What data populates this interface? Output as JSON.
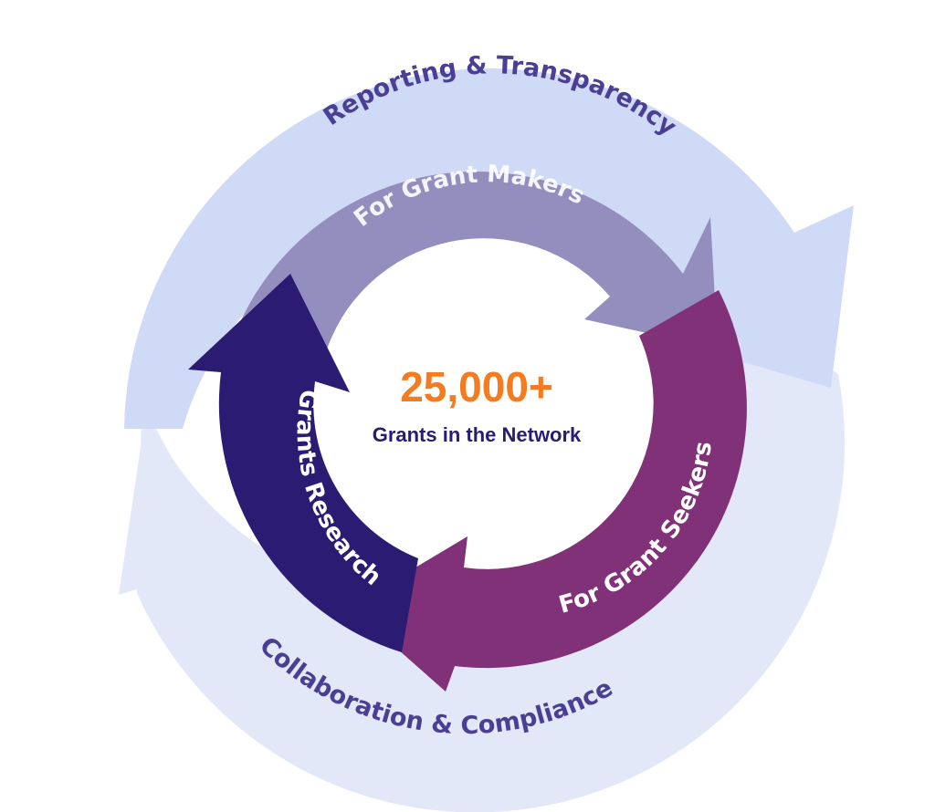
{
  "center": {
    "stat": "25,000+",
    "caption": "Grants in the Network"
  },
  "outer_ring": {
    "top_label": "Reporting & Transparency",
    "bottom_label": "Collaboration & Compliance"
  },
  "inner_ring": {
    "makers_label": "For Grant Makers",
    "seekers_label": "For Grant Seekers",
    "research_label": "Grants Research"
  },
  "colors": {
    "outer_top": "#cfdaf7",
    "outer_bottom": "#e3e8f9",
    "makers": "#948ebf",
    "seekers": "#813178",
    "research": "#2b1b72",
    "outer_text": "#4a3f93",
    "inner_text": "#ffffff",
    "stat": "#f47b20",
    "caption": "#2b1b72"
  }
}
